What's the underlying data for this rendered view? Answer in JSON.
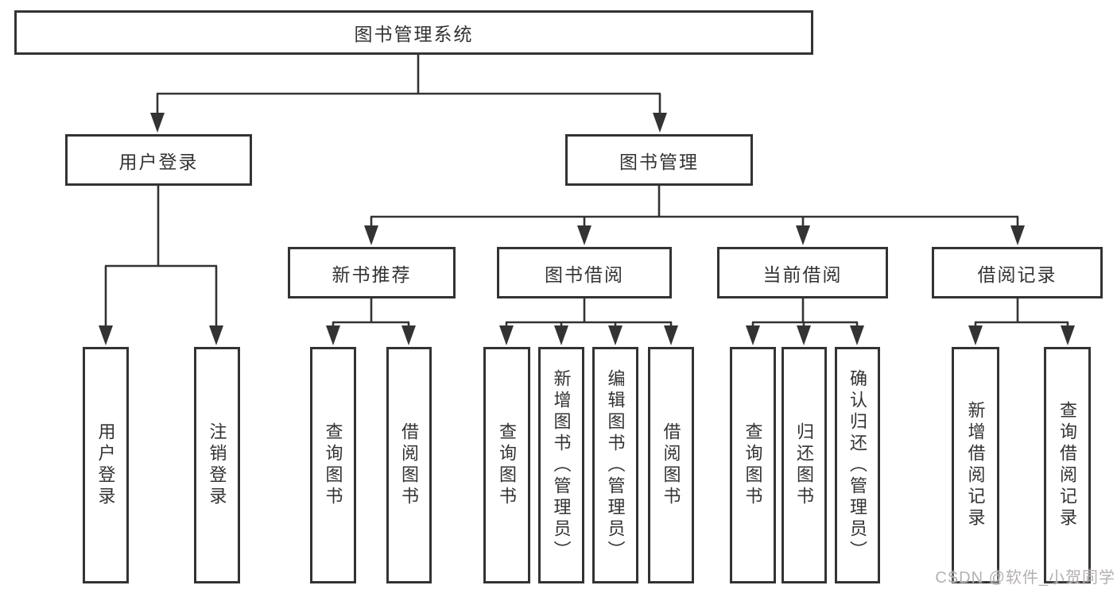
{
  "nodes": {
    "root": "图书管理系统",
    "user_login": "用户登录",
    "book_management": "图书管理",
    "new_book_recommend": "新书推荐",
    "book_borrow": "图书借阅",
    "current_borrow": "当前借阅",
    "borrow_records": "借阅记录",
    "leaf_user_login": "用户登录",
    "leaf_logout_login": "注销登录",
    "rec_query_books": "查询图书",
    "rec_borrow_books": "借阅图书",
    "bb_query_books": "查询图书",
    "bb_add_books_admin": "新增图书（管理员）",
    "bb_edit_books_admin": "编辑图书（管理员）",
    "bb_borrow_books": "借阅图书",
    "cb_query_books": "查询图书",
    "cb_return_books": "归还图书",
    "cb_confirm_return_admin": "确认归还（管理员）",
    "br_add_record": "新增借阅记录",
    "br_query_record": "查询借阅记录"
  },
  "watermark": "CSDN @软件_小贺同学",
  "colors": {
    "line": "#333333",
    "text": "#333333",
    "box-bg": "#ffffff",
    "watermark": "#b5b0b0"
  }
}
